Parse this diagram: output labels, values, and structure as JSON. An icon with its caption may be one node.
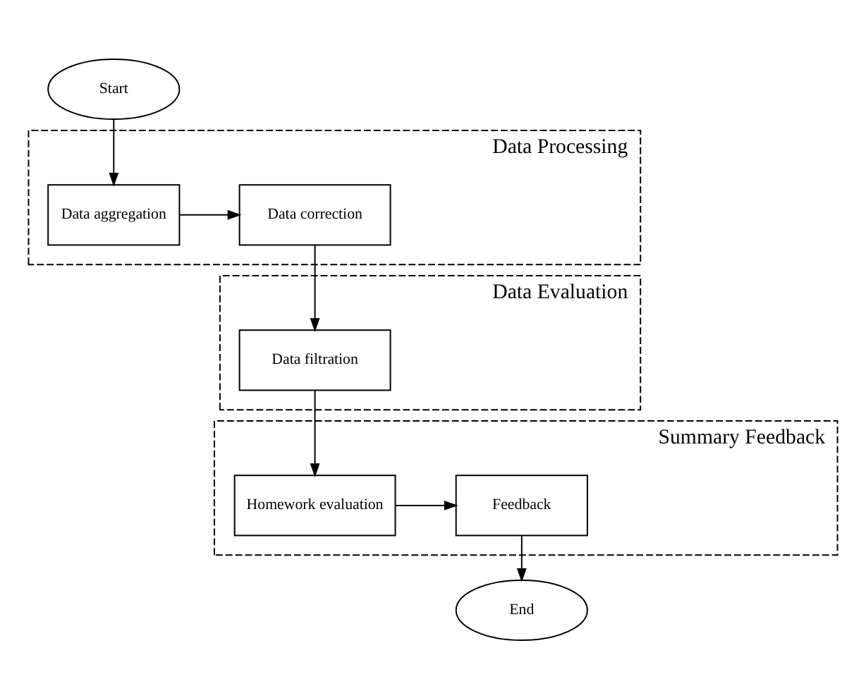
{
  "diagram": {
    "nodes": [
      {
        "text": [
          "Start"
        ]
      },
      {
        "text": [
          "Data Processing"
        ]
      },
      {
        "text": [
          "Data aggregation"
        ],
        "in": 1
      },
      {
        "text": [
          "Data correction"
        ],
        "in": 1
      },
      {
        "text": [
          "Data Evaluation"
        ]
      },
      {
        "text": [
          "Data filtration"
        ],
        "in": 4
      },
      {
        "text": [
          "Summary Feedback"
        ]
      },
      {
        "text": [
          "Feedback"
        ],
        "in": 6
      },
      {
        "text": [
          "Homework evaluation"
        ],
        "in": 6
      },
      {
        "text": [
          "End"
        ]
      }
    ],
    "edges": [
      {
        "from": 0,
        "to": 2,
        "arrow": "to"
      },
      {
        "from": 2,
        "to": 3,
        "arrow": "to"
      },
      {
        "from": 3,
        "to": 5,
        "arrow": "to"
      },
      {
        "from": 5,
        "to": 8,
        "arrow": "to"
      },
      {
        "from": 8,
        "to": 7,
        "arrow": "to"
      },
      {
        "from": 7,
        "to": 9,
        "arrow": "to"
      }
    ]
  }
}
